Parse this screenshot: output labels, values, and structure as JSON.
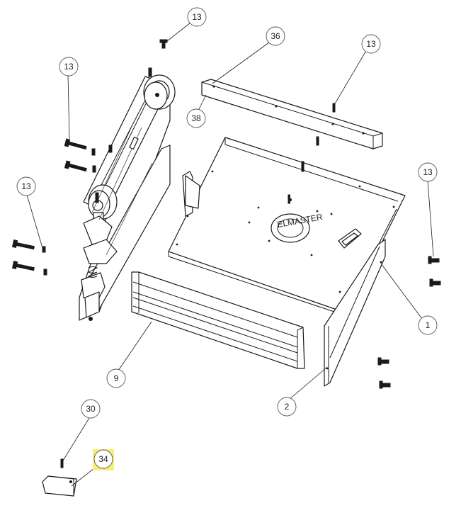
{
  "colors": {
    "line": "#1a1a1a",
    "highlight": "#f7ee7a",
    "background": "#ffffff"
  },
  "callouts": [
    {
      "id": "c13a",
      "label": "13"
    },
    {
      "id": "c36",
      "label": "36"
    },
    {
      "id": "c13b",
      "label": "13"
    },
    {
      "id": "c13c",
      "label": "13"
    },
    {
      "id": "c38",
      "label": "38"
    },
    {
      "id": "c13d",
      "label": "13"
    },
    {
      "id": "c13e",
      "label": "13"
    },
    {
      "id": "c1",
      "label": "1"
    },
    {
      "id": "c9",
      "label": "9"
    },
    {
      "id": "c2",
      "label": "2"
    },
    {
      "id": "c30",
      "label": "30"
    },
    {
      "id": "c34",
      "label": "34",
      "highlighted": true
    }
  ],
  "plate_engraving": "ELMASTER"
}
